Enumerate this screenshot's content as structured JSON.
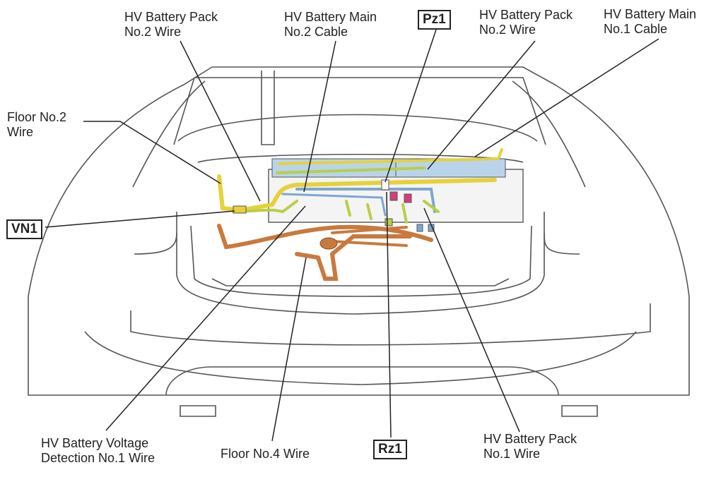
{
  "labels": {
    "hv_pack_no2_wire_left": [
      "HV Battery Pack",
      "No.2 Wire"
    ],
    "hv_main_no2_cable": [
      "HV Battery Main",
      "No.2 Cable"
    ],
    "hv_pack_no2_wire_right": [
      "HV Battery Pack",
      "No.2 Wire"
    ],
    "hv_main_no1_cable": [
      "HV Battery Main",
      "No.1 Cable"
    ],
    "floor_no2_wire": [
      "Floor No.2",
      "Wire"
    ],
    "hv_voltage_detection": [
      "HV Battery Voltage",
      "Detection No.1 Wire"
    ],
    "floor_no4_wire": [
      "Floor No.4 Wire"
    ],
    "hv_pack_no1_wire": [
      "HV Battery Pack",
      "No.1 Wire"
    ]
  },
  "connectors": {
    "pz1": "Pz1",
    "vn1": "VN1",
    "rz1": "Rz1"
  },
  "colors": {
    "line": "#222222",
    "battery_blue": "#b9d4ea",
    "wire_yellow": "#e6d13a",
    "wire_green": "#b8cf46",
    "wire_orange": "#c87a3e",
    "wire_blue": "#7fa6cf",
    "connector_pink": "#d63d7a"
  }
}
